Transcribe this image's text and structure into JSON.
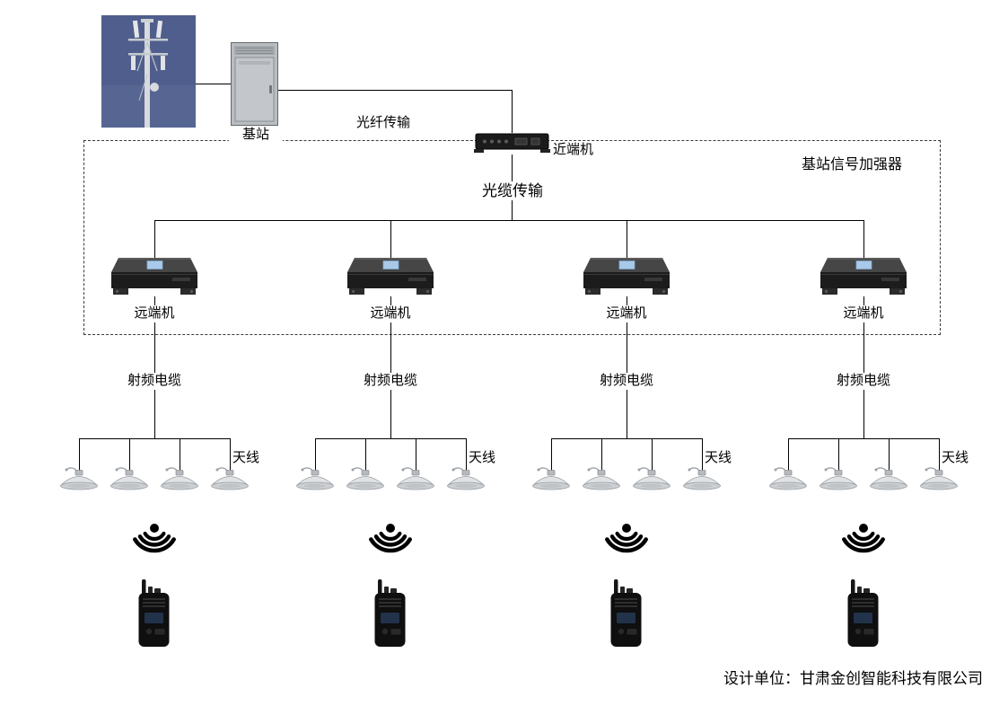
{
  "diagram": {
    "base_station_label": "基站",
    "fiber_transmission_label": "光纤传输",
    "near_end_unit_label": "近端机",
    "system_boundary_label": "基站信号加强器",
    "optical_cable_label": "光缆传输",
    "footer_text": "设计单位：甘肃金创智能科技有限公司"
  },
  "columns": [
    {
      "remote_unit_label": "远端机",
      "rf_cable_label": "射频电缆",
      "antenna_label": "天线"
    },
    {
      "remote_unit_label": "远端机",
      "rf_cable_label": "射频电缆",
      "antenna_label": "天线"
    },
    {
      "remote_unit_label": "远端机",
      "rf_cable_label": "射频电缆",
      "antenna_label": "天线"
    },
    {
      "remote_unit_label": "远端机",
      "rf_cable_label": "射频电缆",
      "antenna_label": "天线"
    }
  ],
  "colors": {
    "line": "#000000",
    "sky_photo": "#4f5e8c",
    "device_dark": "#1c1c1c",
    "device_screen_blue": "#a9c9e9"
  }
}
